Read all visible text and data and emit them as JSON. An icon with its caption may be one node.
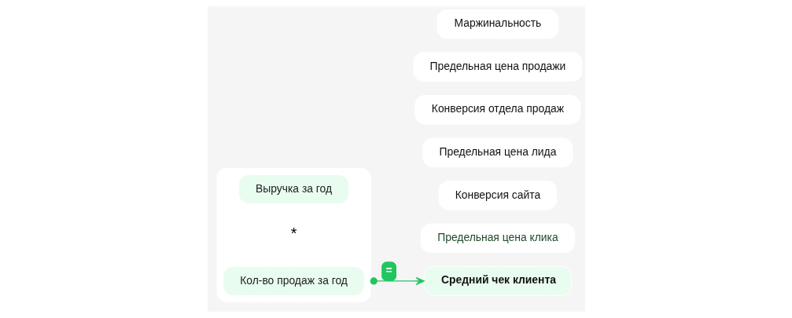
{
  "diagram": {
    "nodes": [
      {
        "text": [],
        "shape": "box"
      },
      {
        "text": [
          "Выручка за год"
        ],
        "in": 0
      },
      {
        "text": [
          "Кол-во продаж за год"
        ],
        "in": 0
      },
      {
        "text": [
          "Средний чек клиента"
        ]
      },
      {
        "text": [
          "Маржинальность"
        ]
      },
      {
        "text": [
          "Предельная цена продажи"
        ]
      },
      {
        "text": [
          "Конверсия отдела продаж"
        ]
      },
      {
        "text": [
          "Предельная цена лида"
        ]
      },
      {
        "text": [
          "Конверсия сайта"
        ]
      },
      {
        "text": [
          "Предельная цена клика"
        ]
      }
    ],
    "edges": [
      {
        "from": 0,
        "to": 3,
        "arrow": "to",
        "label": "="
      }
    ],
    "labels": [
      "*"
    ]
  }
}
